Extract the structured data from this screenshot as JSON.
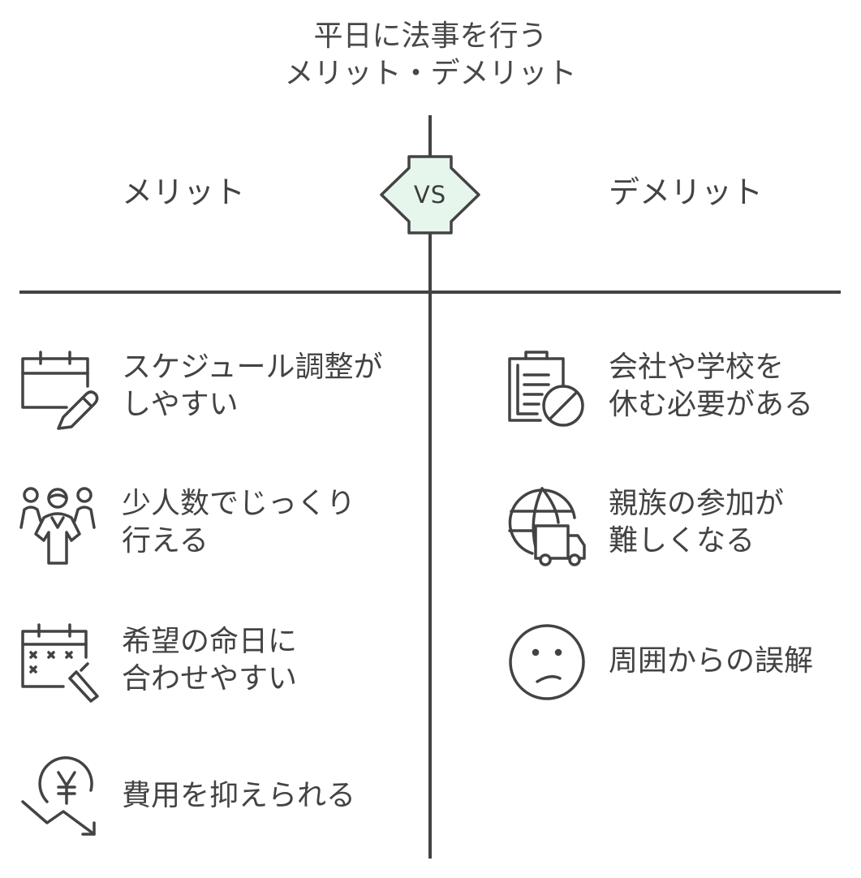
{
  "title": {
    "line1": "平日に法事を行う",
    "line2": "メリット・デメリット"
  },
  "vs_label": "VS",
  "columns": {
    "left": {
      "heading": "メリット",
      "items": [
        {
          "icon": "calendar-pencil-icon",
          "line1": "スケジュール調整が",
          "line2": "しやすい"
        },
        {
          "icon": "people-group-icon",
          "line1": "少人数でじっくり",
          "line2": "行える"
        },
        {
          "icon": "calendar-marked-icon",
          "line1": "希望の命日に",
          "line2": "合わせやすい"
        },
        {
          "icon": "yen-down-arrow-icon",
          "line1": "費用を抑えられる",
          "line2": ""
        }
      ]
    },
    "right": {
      "heading": "デメリット",
      "items": [
        {
          "icon": "clipboard-prohibited-icon",
          "line1": "会社や学校を",
          "line2": "休む必要がある"
        },
        {
          "icon": "globe-truck-icon",
          "line1": "親族の参加が",
          "line2": "難しくなる"
        },
        {
          "icon": "sad-face-icon",
          "line1": "周囲からの誤解",
          "line2": ""
        }
      ]
    }
  },
  "colors": {
    "line": "#434343",
    "vs_fill": "#e6f6ec",
    "text": "#434343"
  }
}
